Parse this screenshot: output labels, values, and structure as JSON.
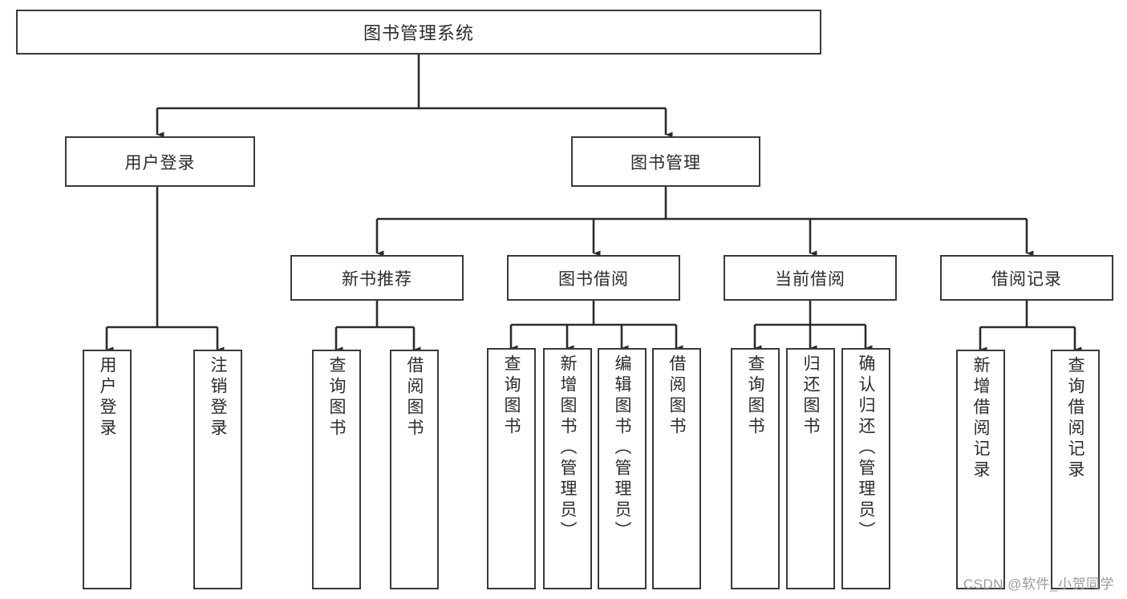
{
  "diagram": {
    "type": "hierarchy-tree",
    "title": "图书管理系统",
    "watermark": "CSDN @软件_小贺同学",
    "colors": {
      "box_border": "#3a3a3a",
      "box_fill": "#ffffff",
      "connector": "#2b2b2b",
      "text": "#2b2b2b",
      "watermark": "#9a9a9a",
      "background": "#ffffff"
    },
    "levels": {
      "root": {
        "label": "图书管理系统"
      },
      "level2": [
        {
          "label": "用户登录"
        },
        {
          "label": "图书管理"
        }
      ],
      "level3": [
        {
          "label": "新书推荐"
        },
        {
          "label": "图书借阅"
        },
        {
          "label": "当前借阅"
        },
        {
          "label": "借阅记录"
        }
      ],
      "leaves": {
        "user_login": [
          {
            "label": "用户登录"
          },
          {
            "label": "注销登录"
          }
        ],
        "new_book_recommend": [
          {
            "label": "查询图书"
          },
          {
            "label": "借阅图书"
          }
        ],
        "book_borrow": [
          {
            "label": "查询图书"
          },
          {
            "label": "新增图书（管理员）"
          },
          {
            "label": "编辑图书（管理员）"
          },
          {
            "label": "借阅图书"
          }
        ],
        "current_borrow": [
          {
            "label": "查询图书"
          },
          {
            "label": "归还图书"
          },
          {
            "label": "确认归还（管理员）"
          }
        ],
        "borrow_record": [
          {
            "label": "新增借阅记录"
          },
          {
            "label": "查询借阅记录"
          }
        ]
      }
    }
  }
}
